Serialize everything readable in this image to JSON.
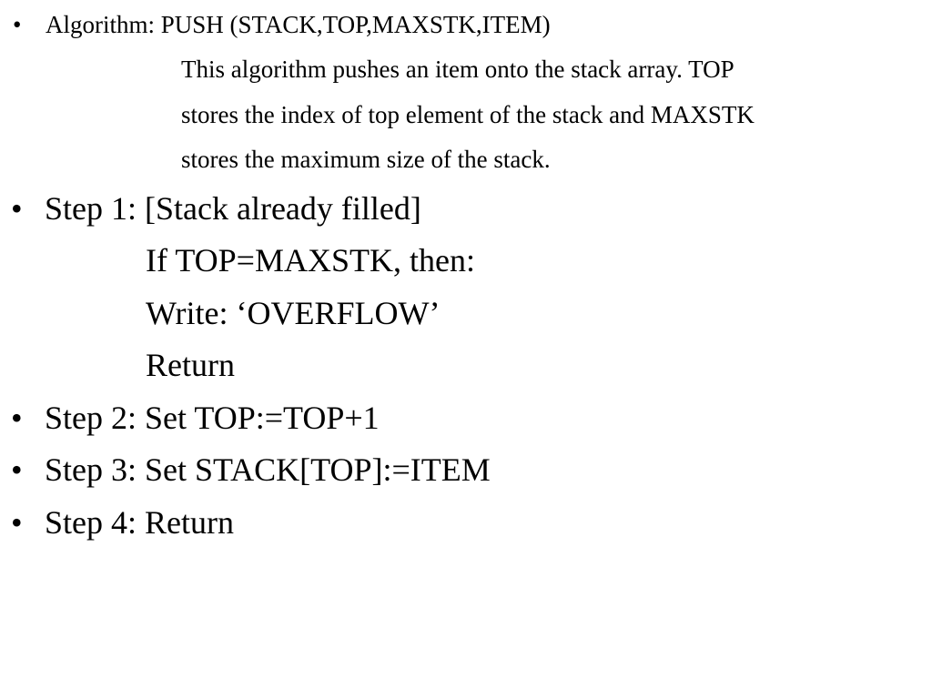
{
  "bullet_glyph": "•",
  "algorithm": {
    "heading": "Algorithm: PUSH (STACK,TOP,MAXSTK,ITEM)",
    "description_lines": [
      "This algorithm pushes an item onto the stack array. TOP",
      "stores the index of top element of the stack and MAXSTK",
      "stores the maximum size of the stack."
    ]
  },
  "steps": [
    {
      "label": "Step 1: [Stack already filled]",
      "sub_lines": [
        "If TOP=MAXSTK, then:",
        "Write: ‘OVERFLOW’",
        "Return"
      ]
    },
    {
      "label": "Step 2: Set TOP:=TOP+1"
    },
    {
      "label": "Step 3: Set STACK[TOP]:=ITEM"
    },
    {
      "label": "Step 4: Return"
    }
  ]
}
